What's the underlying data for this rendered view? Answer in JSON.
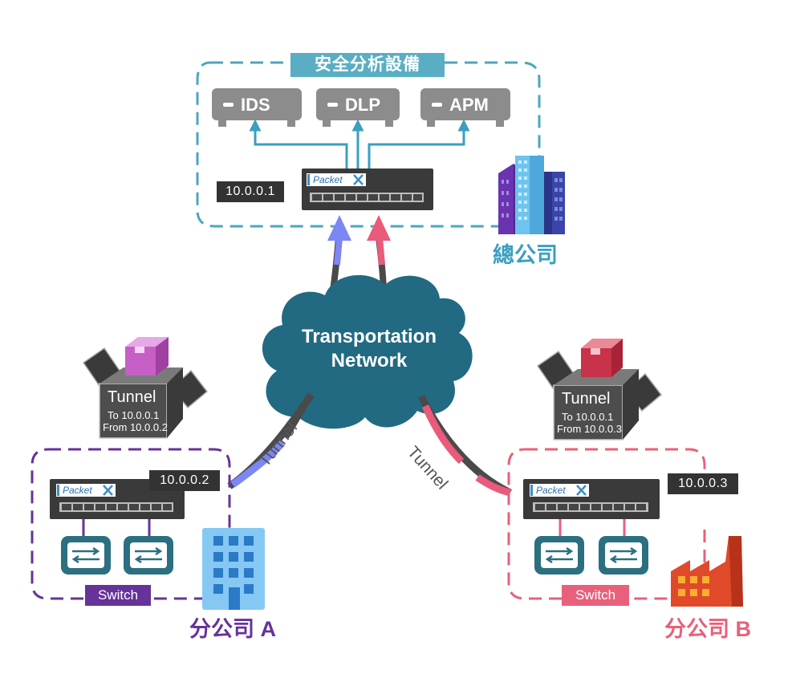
{
  "colors": {
    "hq": "#4ba6bf",
    "branch_a": "#663399",
    "branch_b": "#e8607a",
    "cloud": "#226a82",
    "device_gray": "#8c8c8c",
    "ip_box": "#333333",
    "arrow_blue": "#7c86f4",
    "arrow_pink": "#ea5a7a"
  },
  "headquarters": {
    "title": "安全分析設備",
    "devices": [
      {
        "label": "IDS",
        "icon": "appliance-icon"
      },
      {
        "label": "DLP",
        "icon": "appliance-icon"
      },
      {
        "label": "APM",
        "icon": "appliance-icon"
      }
    ],
    "ip": "10.0.0.1",
    "appliance_brand": "Packet",
    "site_label": "總公司",
    "icon": "skyscraper-icon"
  },
  "network": {
    "line1": "Transportation",
    "line2": "Network",
    "icon": "cloud-icon"
  },
  "tunnel_labels": {
    "left": "Tunnel",
    "right": "Tunnel"
  },
  "branch_a": {
    "ip": "10.0.0.2",
    "appliance_brand": "Packet",
    "switch_label": "Switch",
    "site_label": "分公司 A",
    "icon": "office-building-icon",
    "packet": {
      "title": "Tunnel",
      "to": "To 10.0.0.1",
      "from": "From 10.0.0.2",
      "icon": "package-icon"
    }
  },
  "branch_b": {
    "ip": "10.0.0.3",
    "appliance_brand": "Packet",
    "switch_label": "Switch",
    "site_label": "分公司 B",
    "icon": "factory-icon",
    "packet": {
      "title": "Tunnel",
      "to": "To 10.0.0.1",
      "from": "From 10.0.0.3",
      "icon": "package-icon"
    }
  }
}
